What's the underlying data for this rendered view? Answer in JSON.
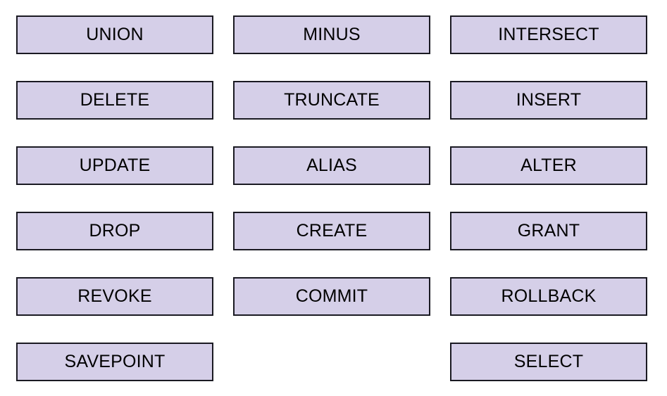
{
  "page": {
    "background_color": "#FFFFFF",
    "box_fill_color": "#D5CFE8",
    "box_border_color": "#1A1A22",
    "text_color": "#000000",
    "columns": 3,
    "rows": 6
  },
  "grid": {
    "rows": [
      {
        "cells": [
          {
            "label": "UNION",
            "empty": false
          },
          {
            "label": "MINUS",
            "empty": false
          },
          {
            "label": "INTERSECT",
            "empty": false
          }
        ]
      },
      {
        "cells": [
          {
            "label": "DELETE",
            "empty": false
          },
          {
            "label": "TRUNCATE",
            "empty": false
          },
          {
            "label": "INSERT",
            "empty": false
          }
        ]
      },
      {
        "cells": [
          {
            "label": "UPDATE",
            "empty": false
          },
          {
            "label": "ALIAS",
            "empty": false
          },
          {
            "label": "ALTER",
            "empty": false
          }
        ]
      },
      {
        "cells": [
          {
            "label": "DROP",
            "empty": false
          },
          {
            "label": "CREATE",
            "empty": false
          },
          {
            "label": "GRANT",
            "empty": false
          }
        ]
      },
      {
        "cells": [
          {
            "label": "REVOKE",
            "empty": false
          },
          {
            "label": "COMMIT",
            "empty": false
          },
          {
            "label": "ROLLBACK",
            "empty": false
          }
        ]
      },
      {
        "cells": [
          {
            "label": "SAVEPOINT",
            "empty": false
          },
          {
            "label": "",
            "empty": true
          },
          {
            "label": "SELECT",
            "empty": false
          }
        ]
      }
    ]
  }
}
